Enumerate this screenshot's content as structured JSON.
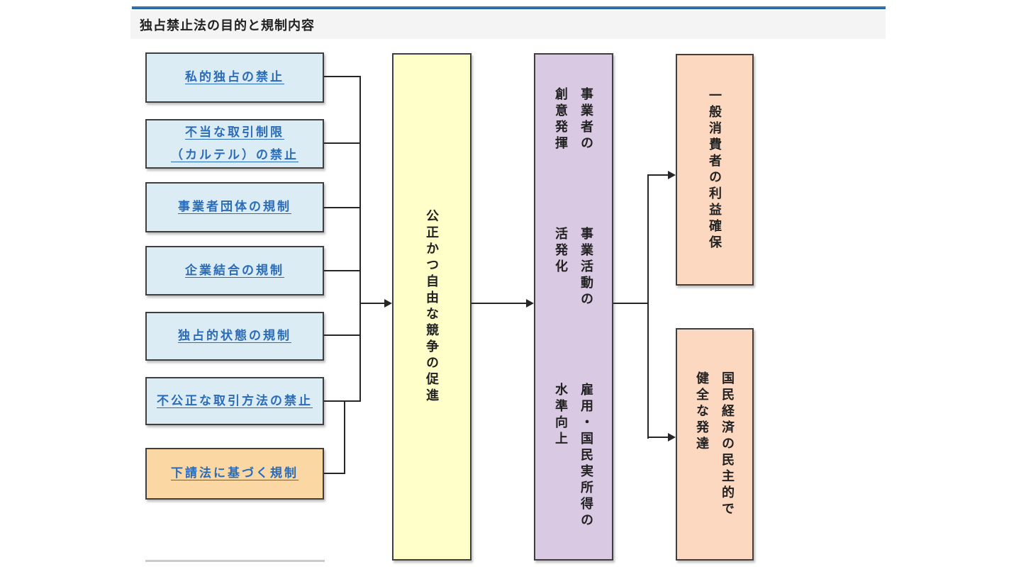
{
  "page": {
    "title": "独占禁止法の目的と規制内容"
  },
  "flow": {
    "regulations": [
      {
        "label": "私的独占の禁止"
      },
      {
        "label": "不当な取引制限\n（カルテル）の禁止"
      },
      {
        "label": "事業者団体の規制"
      },
      {
        "label": "企業結合の規制"
      },
      {
        "label": "独占的状態の規制"
      },
      {
        "label": "不公正な取引方法の禁止"
      },
      {
        "label": "下請法に基づく規制"
      }
    ],
    "goal": {
      "label": "公正かつ自由な競争の促進"
    },
    "effects": {
      "items": [
        {
          "label": "事業者の\n創意発揮"
        },
        {
          "label": "事業活動の\n活発化"
        },
        {
          "label": "雇用・国民実所得の\n水準向上"
        }
      ]
    },
    "outcomes": [
      {
        "label": "一般消費者の利益確保"
      },
      {
        "label": "国民経済の民主的で\n健全な発達"
      }
    ]
  },
  "colors": {
    "header_accent": "#2F74B2",
    "header_bar": "#F4F4F4",
    "regulation_fill": "#DBECF4",
    "subcontract_fill": "#FBD7A3",
    "goal_fill": "#FFFFC9",
    "effects_fill": "#D9C9E3",
    "outcome_fill": "#FCD8C1",
    "link_text": "#2B6CB8",
    "box_border": "#3F3F3F",
    "connector": "#262626"
  }
}
